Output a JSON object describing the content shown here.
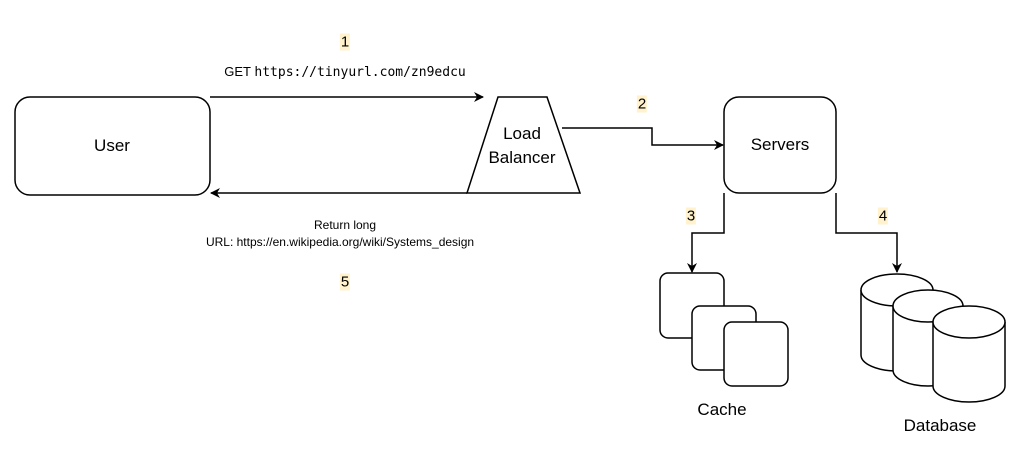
{
  "nodes": {
    "user": "User",
    "load_balancer_line1": "Load",
    "load_balancer_line2": "Balancer",
    "servers": "Servers",
    "cache": "Cache",
    "database": "Database"
  },
  "steps": {
    "s1": "1",
    "s2": "2",
    "s3": "3",
    "s4": "4",
    "s5": "5"
  },
  "edges": {
    "request_method": "GET",
    "request_url": "https://tinyurl.com/zn9edcu",
    "return_line1": "Return long",
    "return_line2": "URL: https://en.wikipedia.org/wiki/Systems_design"
  },
  "colors": {
    "step_highlight": "#fff2cc",
    "stroke": "#000000"
  }
}
